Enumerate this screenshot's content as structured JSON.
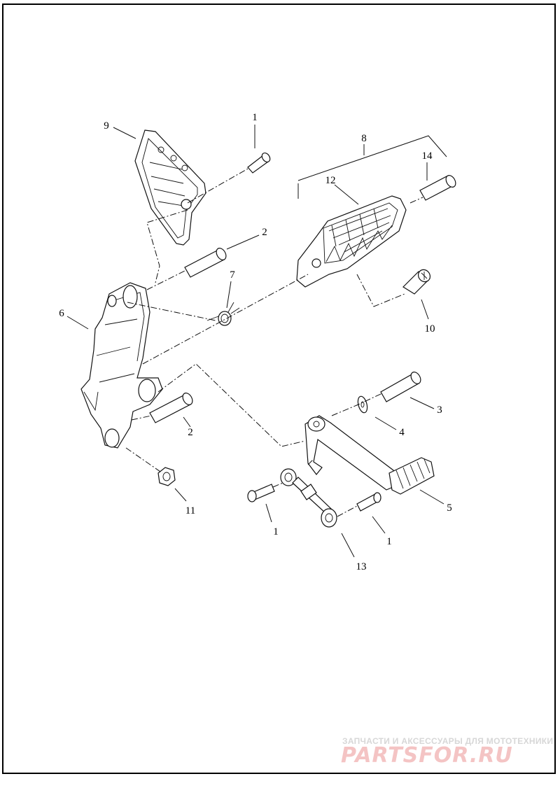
{
  "callouts": [
    {
      "id": "c1a",
      "text": "1"
    },
    {
      "id": "c9",
      "text": "9"
    },
    {
      "id": "c8",
      "text": "8"
    },
    {
      "id": "c14",
      "text": "14"
    },
    {
      "id": "c12",
      "text": "12"
    },
    {
      "id": "c2a",
      "text": "2"
    },
    {
      "id": "c7",
      "text": "7"
    },
    {
      "id": "c6",
      "text": "6"
    },
    {
      "id": "c10",
      "text": "10"
    },
    {
      "id": "c3",
      "text": "3"
    },
    {
      "id": "c2b",
      "text": "2"
    },
    {
      "id": "c4",
      "text": "4"
    },
    {
      "id": "c11",
      "text": "11"
    },
    {
      "id": "c5",
      "text": "5"
    },
    {
      "id": "c1b",
      "text": "1"
    },
    {
      "id": "c1c",
      "text": "1"
    },
    {
      "id": "c13",
      "text": "13"
    }
  ],
  "watermark": {
    "tagline": "ЗАПЧАСТИ И АКСЕССУАРЫ ДЛЯ МОТОТЕХНИКИ",
    "brand": "PARTSFOR.RU"
  },
  "colors": {
    "line": "#111111",
    "watermark_brand": "#f4c4c4",
    "watermark_tagline": "#d7d7d7"
  }
}
